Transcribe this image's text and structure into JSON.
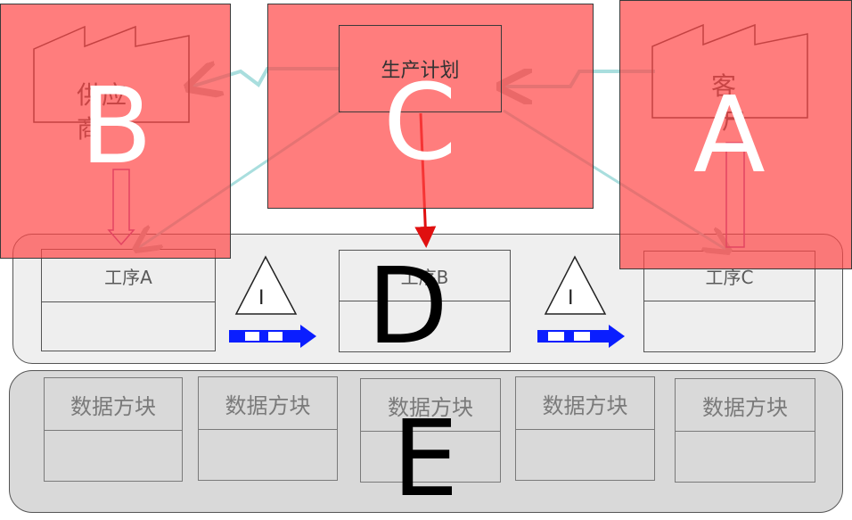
{
  "diagram": {
    "letters": {
      "a": "A",
      "b": "B",
      "c": "C",
      "d": "D",
      "e": "E"
    },
    "plan_label": "生产计划",
    "supplier_label_line1": "供应",
    "supplier_label_line2": "商",
    "customer_label_line1": "客",
    "customer_label_line2": "户",
    "processes": [
      "工序A",
      "工序B",
      "工序C"
    ],
    "inventory_marker": "I",
    "data_blocks": [
      "数据方块",
      "数据方块",
      "数据方块",
      "数据方块",
      "数据方块"
    ],
    "colors": {
      "highlight": "#ff4646",
      "info_flow": "#a9dede",
      "push_arrow": "#0a1eff",
      "material_arrow": "#a040a0",
      "main_arrow": "#e01010"
    }
  }
}
